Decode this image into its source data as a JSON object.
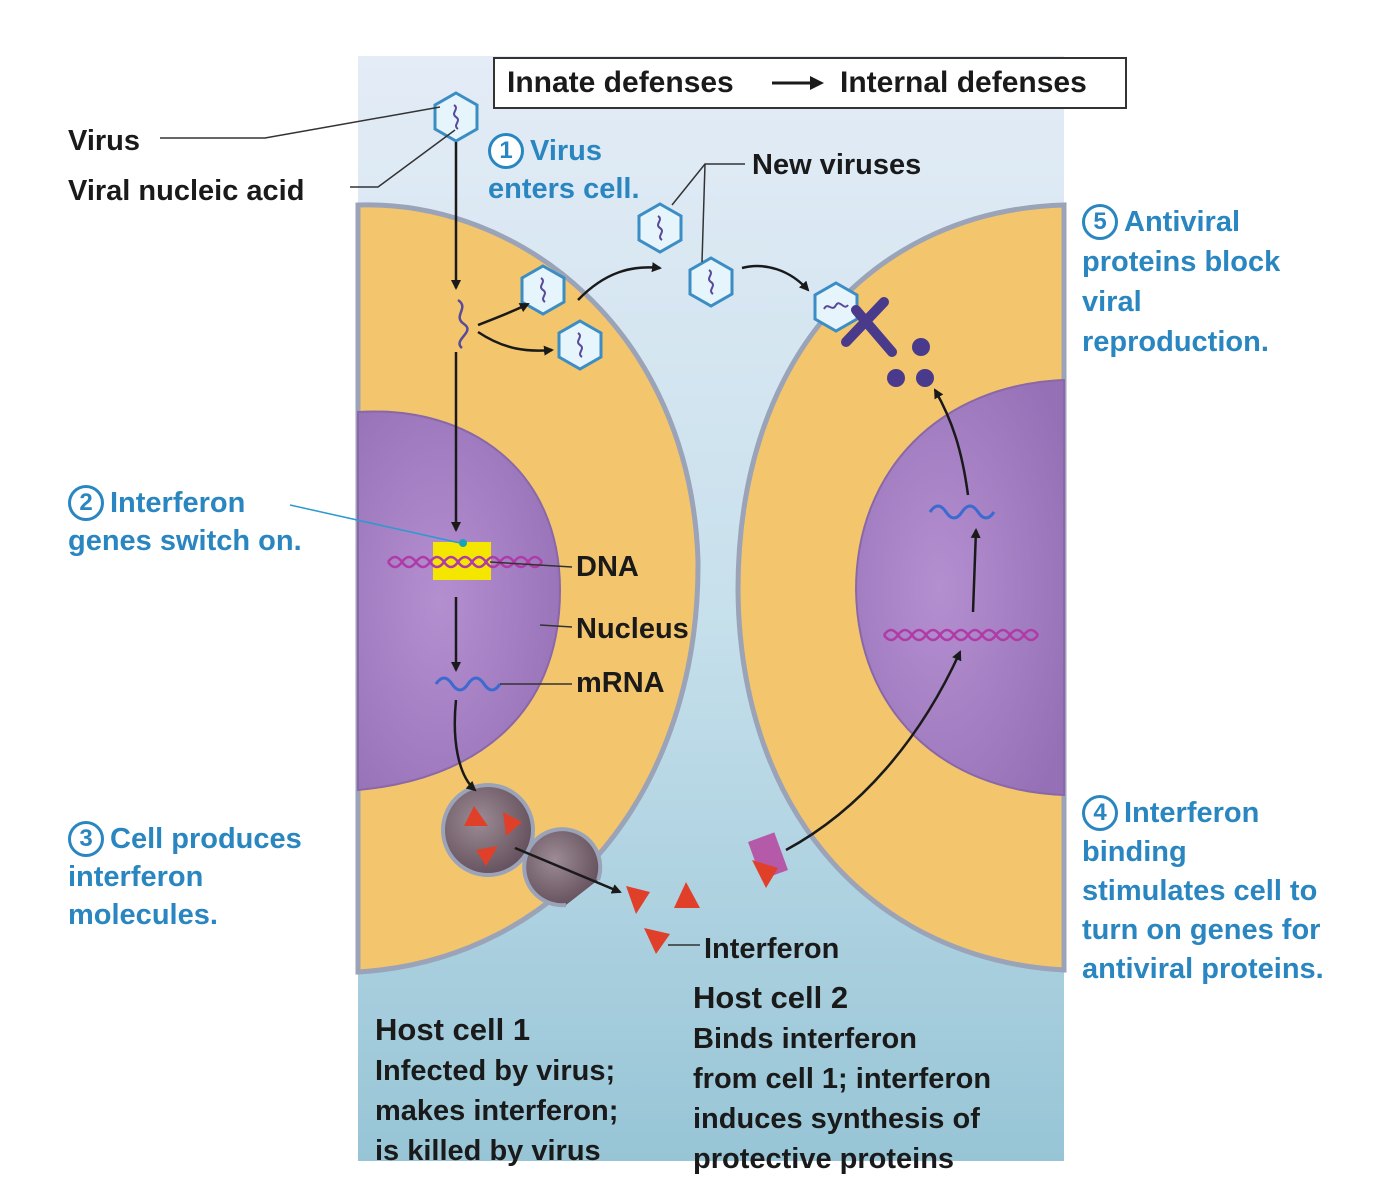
{
  "header": {
    "left": "Innate defenses",
    "right": "Internal defenses"
  },
  "labels": {
    "virus": "Virus",
    "viral_nucleic_acid": "Viral nucleic acid",
    "new_viruses": "New viruses",
    "dna": "DNA",
    "nucleus": "Nucleus",
    "mrna": "mRNA",
    "interferon": "Interferon"
  },
  "steps": [
    {
      "num": "1",
      "lines": [
        "Virus",
        "enters cell."
      ]
    },
    {
      "num": "2",
      "lines": [
        "Interferon",
        "genes switch on."
      ]
    },
    {
      "num": "3",
      "lines": [
        "Cell produces",
        "interferon",
        "molecules."
      ]
    },
    {
      "num": "4",
      "lines": [
        "Interferon",
        "binding",
        "stimulates cell to",
        "turn on genes for",
        "antiviral proteins."
      ]
    },
    {
      "num": "5",
      "lines": [
        "Antiviral",
        "proteins block",
        "viral",
        "reproduction."
      ]
    }
  ],
  "host_cell_1": {
    "title": "Host cell 1",
    "lines": [
      "Infected by virus;",
      "makes interferon;",
      "is killed by virus"
    ]
  },
  "host_cell_2": {
    "title": "Host cell 2",
    "lines": [
      "Binds interferon",
      "from cell 1; interferon",
      "induces synthesis of",
      "protective proteins"
    ]
  },
  "colors": {
    "cytoplasm": "#f3c66e",
    "membrane": "#9aa3b8",
    "nucleus": "#a57fc0",
    "extracellular": "#cfe3ef",
    "step_text": "#2a86c0",
    "interferon": "#e0402a",
    "antiviral_protein": "#4a3a8c",
    "dna_highlight": "#f5e600"
  }
}
